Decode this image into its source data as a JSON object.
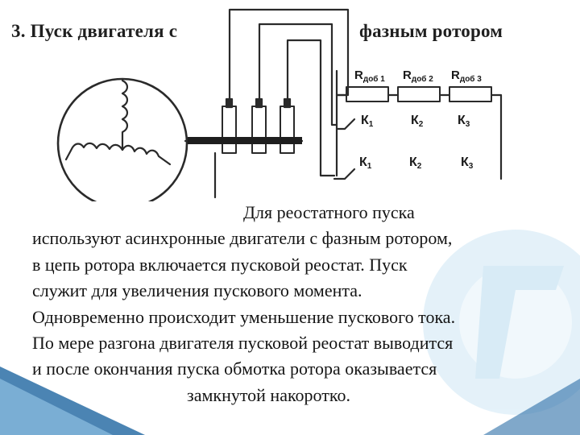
{
  "title": {
    "left": "3. Пуск двигателя  с",
    "right": "фазным ротором"
  },
  "scheme": {
    "resistor_labels": [
      {
        "main": "R",
        "sub": "доб 1"
      },
      {
        "main": "R",
        "sub": "доб 2"
      },
      {
        "main": "R",
        "sub": "доб 3"
      }
    ],
    "contact_labels_row1": [
      {
        "main": "К",
        "sub": "1"
      },
      {
        "main": "К",
        "sub": "2"
      },
      {
        "main": "К",
        "sub": "3"
      }
    ],
    "contact_labels_row2": [
      {
        "main": "К",
        "sub": "1"
      },
      {
        "main": "К",
        "sub": "2"
      },
      {
        "main": "К",
        "sub": "3"
      }
    ]
  },
  "body": {
    "lines": [
      "Для реостатного пуска",
      "используют асинхронные двигатели с фазным ротором,",
      "в цепь ротора включается пусковой реостат. Пуск",
      "служит для увеличения пускового момента.",
      "Одновременно происходит уменьшение пускового тока.",
      "По мере разгона двигателя пусковой реостат выводится",
      "и после окончания пуска обмотка ротора оказывается",
      "замкнутой накоротко."
    ]
  },
  "colors": {
    "accent_dark": "#1f4e79",
    "accent_light": "#c9e4f4",
    "line": "#2a2a2a"
  }
}
